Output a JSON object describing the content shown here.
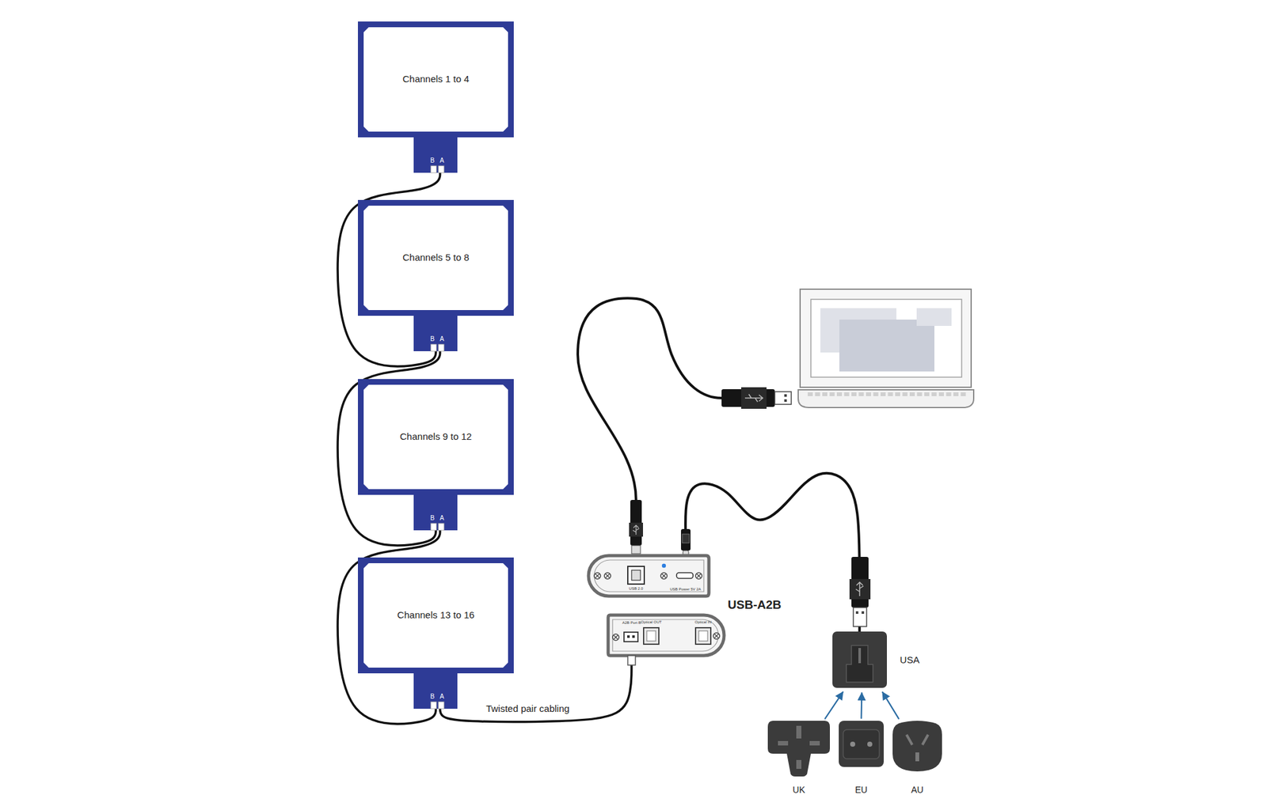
{
  "diagram": {
    "nodes": [
      {
        "text": [
          "Channels 1 to 4",
          "B",
          "A"
        ]
      },
      {
        "text": [
          "Channels 5 to 8",
          "B",
          "A"
        ]
      },
      {
        "text": [
          "Channels 9 to 12",
          "B",
          "A"
        ]
      },
      {
        "text": [
          "Channels 13 to 16",
          "B",
          "A"
        ]
      },
      {
        "text": [
          "USB-A2B",
          "USB 2.0",
          "USB Power 5V 2A"
        ]
      },
      {
        "text": [
          "A2B Port B",
          "Optical OUT",
          "Optical IN"
        ]
      },
      {
        "text": [
          "USA"
        ]
      },
      {
        "text": [
          "UK"
        ]
      },
      {
        "text": [
          "EU"
        ]
      },
      {
        "text": [
          "AU"
        ]
      }
    ],
    "edges": [
      {
        "from": 0,
        "to": 1,
        "arrow": "none"
      },
      {
        "from": 1,
        "to": 2,
        "arrow": "none"
      },
      {
        "from": 2,
        "to": 3,
        "arrow": "none"
      },
      {
        "from": 3,
        "to": 5,
        "arrow": "none",
        "label": "Twisted pair cabling"
      },
      {
        "from": 4,
        "to": 6,
        "arrow": "none"
      },
      {
        "from": 7,
        "to": 6,
        "arrow": "to"
      },
      {
        "from": 8,
        "to": 6,
        "arrow": "to"
      },
      {
        "from": 9,
        "to": 6,
        "arrow": "to"
      }
    ]
  }
}
